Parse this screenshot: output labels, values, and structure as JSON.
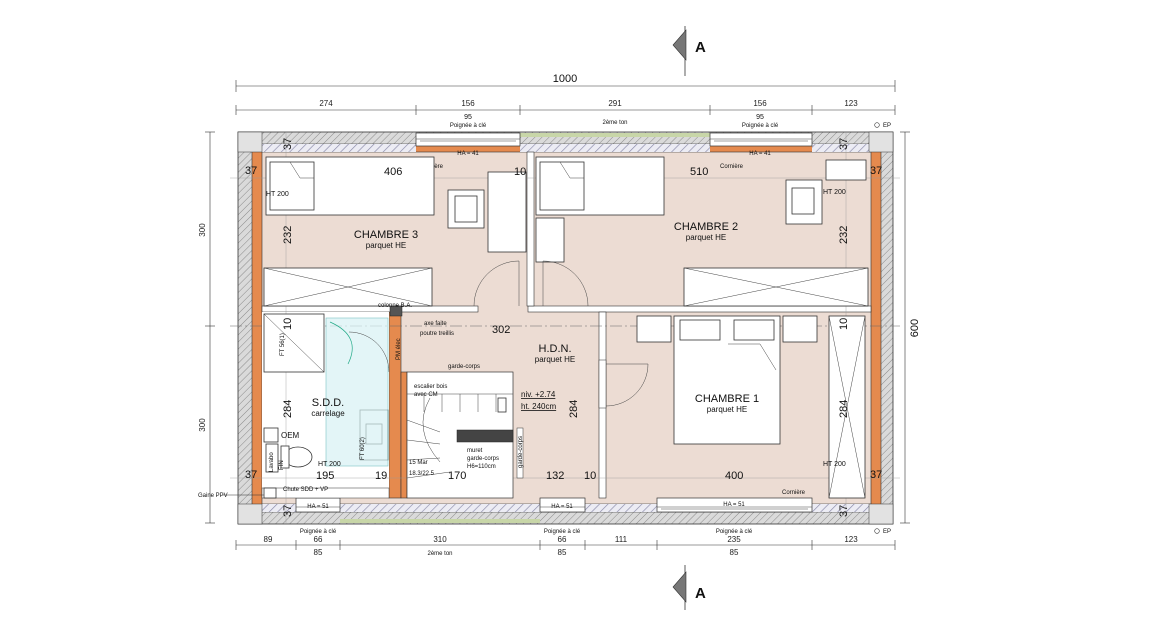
{
  "section_marker": {
    "label": "A"
  },
  "dimensions": {
    "overall_width": "1000",
    "overall_depth": "600",
    "top_segments": [
      "274",
      "156",
      "291",
      "156",
      "123"
    ],
    "top_window_widths": [
      "95",
      "95"
    ],
    "bottom_segments": [
      "89",
      "66",
      "310",
      "66",
      "111",
      "235",
      "123"
    ],
    "bottom_sub": [
      "85",
      "85",
      "85"
    ],
    "left_segments": [
      "300",
      "300"
    ],
    "wall_thickness": "37",
    "row1": [
      "406",
      "10",
      "510"
    ],
    "row2": [
      "195",
      "19",
      "170",
      "132",
      "10",
      "400"
    ],
    "vertical": {
      "c3_left": "232",
      "c2_right": "232",
      "sdd_left": "284",
      "stair_right": "284",
      "c1_right": "284",
      "sdd_top": "10",
      "c1_top": "10",
      "hall": "302"
    }
  },
  "rooms": {
    "chambre3": {
      "name": "CHAMBRE 3",
      "floor": "parquet HE"
    },
    "chambre2": {
      "name": "CHAMBRE 2",
      "floor": "parquet HE"
    },
    "chambre1": {
      "name": "CHAMBRE 1",
      "floor": "parquet HE"
    },
    "hdn": {
      "name": "H.D.N.",
      "floor": "parquet HE"
    },
    "sdd": {
      "name": "S.D.D.",
      "floor": "carrelage"
    }
  },
  "labels": {
    "poignee_cle": "Poignée à clé",
    "deuxieme_ton": "2ème ton",
    "corniere": "Cornière",
    "ha41": "HA = 41",
    "ha51": "HA = 51",
    "ht200": "HT 200",
    "ep": "EP",
    "colonne": "colonne B.A.",
    "axe_faite": "axe faite",
    "poutre": "poutre treillis",
    "pm": "PM élec",
    "garde_corps": "garde-corps",
    "escalier": "escalier bois",
    "avec_cm": "avec CM",
    "niv": "niv. +2.74",
    "ht240": "ht. 240cm",
    "muret": "muret",
    "muret_gc": "garde-corps",
    "muret_h": "H6=110cm",
    "stair_count": "15 Mar",
    "stair_dims": "18.3/22.5",
    "oem": "OEM",
    "chute": "Chute SDD + VP",
    "gaine": "Gaine PPV",
    "ft1": "FT 56(1)",
    "ft2": "FT 60(2)",
    "lave": "Lavabo",
    "fin": "FIN"
  },
  "colors": {
    "interior_floor": "#ecdcd3",
    "wall_insulation": "#e58a4e",
    "wall_outer": "#c9c9c9",
    "sdd_floor": "#ffffff",
    "stair_wall": "#e58a4e"
  }
}
